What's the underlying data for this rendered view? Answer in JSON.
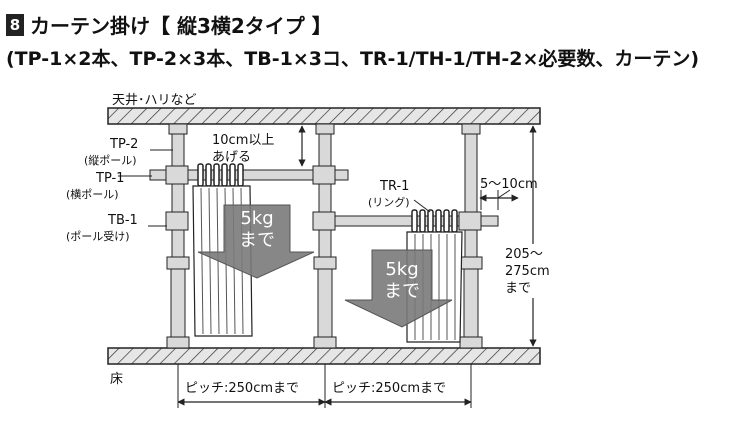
{
  "header": {
    "badge": "8",
    "title": "カーテン掛け【 縦3横2タイプ 】",
    "subtitle": "(TP-1×2本、TP-2×3本、TB-1×3コ、TR-1/TH-1/TH-2×必要数、カーテン)"
  },
  "diagram": {
    "ceiling_label": "天井･ハリなど",
    "floor_label": "床",
    "tp2_label": "TP-2",
    "tp2_sub": "(縦ポール)",
    "tp1_label": "TP-1",
    "tp1_sub": "(横ポール)",
    "tb1_label": "TB-1",
    "tb1_sub": "(ポール受け)",
    "gap_label_1": "10cm以上",
    "gap_label_2": "あげる",
    "tr1_label": "TR-1",
    "tr1_sub": "(リング)",
    "side_gap_label": "5～10cm",
    "height_label_1": "205～",
    "height_label_2": "275cm",
    "height_label_3": "まで",
    "load1_line1": "5kg",
    "load1_line2": "まで",
    "load2_line1": "5kg",
    "load2_line2": "まで",
    "pitch1": "ピッチ:250cmまで",
    "pitch2": "ピッチ:250cmまで"
  },
  "colors": {
    "pole": "#d9d9d9",
    "arrow": "#7a7a7a",
    "line": "#222222"
  }
}
